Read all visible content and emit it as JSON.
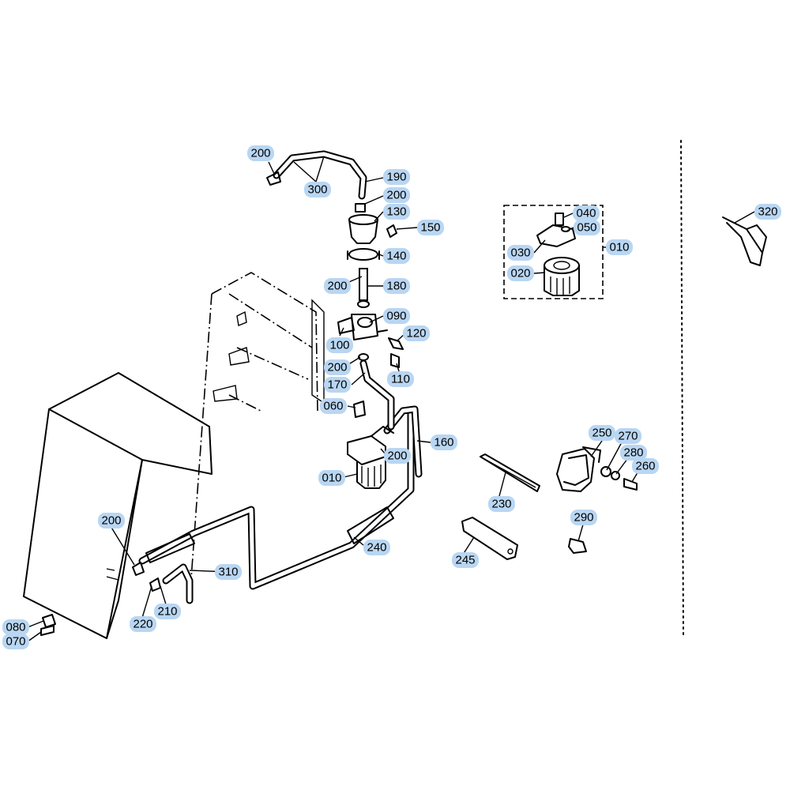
{
  "callouts": [
    {
      "id": "c-200-a",
      "label": "200"
    },
    {
      "id": "c-300",
      "label": "300"
    },
    {
      "id": "c-190",
      "label": "190"
    },
    {
      "id": "c-200-b",
      "label": "200"
    },
    {
      "id": "c-130",
      "label": "130"
    },
    {
      "id": "c-150",
      "label": "150"
    },
    {
      "id": "c-140",
      "label": "140"
    },
    {
      "id": "c-200-c",
      "label": "200"
    },
    {
      "id": "c-180",
      "label": "180"
    },
    {
      "id": "c-090",
      "label": "090"
    },
    {
      "id": "c-120",
      "label": "120"
    },
    {
      "id": "c-100",
      "label": "100"
    },
    {
      "id": "c-200-d",
      "label": "200"
    },
    {
      "id": "c-110",
      "label": "110"
    },
    {
      "id": "c-170",
      "label": "170"
    },
    {
      "id": "c-060",
      "label": "060"
    },
    {
      "id": "c-160",
      "label": "160"
    },
    {
      "id": "c-200-e",
      "label": "200"
    },
    {
      "id": "c-010-a",
      "label": "010"
    },
    {
      "id": "c-040",
      "label": "040"
    },
    {
      "id": "c-050",
      "label": "050"
    },
    {
      "id": "c-030",
      "label": "030"
    },
    {
      "id": "c-010-b",
      "label": "010"
    },
    {
      "id": "c-020",
      "label": "020"
    },
    {
      "id": "c-320",
      "label": "320"
    },
    {
      "id": "c-250",
      "label": "250"
    },
    {
      "id": "c-270",
      "label": "270"
    },
    {
      "id": "c-280",
      "label": "280"
    },
    {
      "id": "c-260",
      "label": "260"
    },
    {
      "id": "c-230",
      "label": "230"
    },
    {
      "id": "c-290",
      "label": "290"
    },
    {
      "id": "c-245",
      "label": "245"
    },
    {
      "id": "c-240",
      "label": "240"
    },
    {
      "id": "c-310",
      "label": "310"
    },
    {
      "id": "c-200-f",
      "label": "200"
    },
    {
      "id": "c-210",
      "label": "210"
    },
    {
      "id": "c-220",
      "label": "220"
    },
    {
      "id": "c-080",
      "label": "080"
    },
    {
      "id": "c-070",
      "label": "070"
    }
  ],
  "colors": {
    "callout_highlight": "#b9d6f2",
    "line": "#000000"
  }
}
